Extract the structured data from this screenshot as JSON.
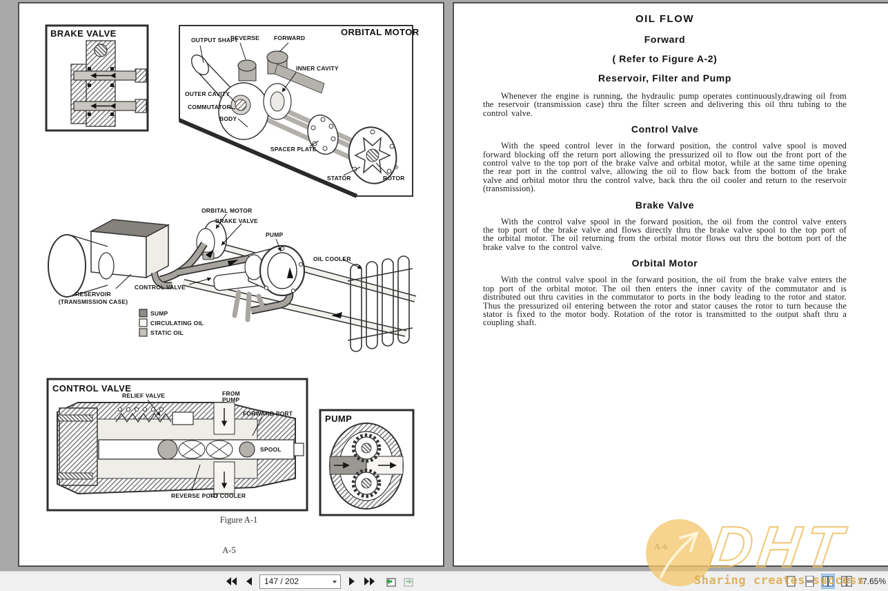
{
  "viewer": {
    "toolbar": {
      "page_input": "147 / 202",
      "zoom_level": "77.65%",
      "view_active_color": "#b9d7f3"
    }
  },
  "left_page": {
    "brake_valve": {
      "title": "BRAKE VALVE"
    },
    "orbital_motor": {
      "title": "ORBITAL MOTOR",
      "labels": {
        "output_shaft": "OUTPUT SHAFT",
        "reverse": "REVERSE",
        "forward": "FORWARD",
        "inner_cavity": "INNER CAVITY",
        "outer_cavity": "OUTER CAVITY",
        "commutator": "COMMUTATOR",
        "body": "BODY",
        "spacer_plate": "SPACER PLATE",
        "stator": "STATOR",
        "rotor": "ROTOR"
      }
    },
    "system": {
      "labels": {
        "orbital_motor": "ORBITAL MOTOR",
        "brake_valve": "BRAKE VALVE",
        "pump": "PUMP",
        "oil_cooler": "OIL COOLER",
        "reservoir_l1": "RESERVOIR",
        "reservoir_l2": "(TRANSMISSION CASE)",
        "control_valve": "CONTROL VALVE"
      },
      "legend": [
        {
          "label": "SUMP",
          "color": "#8f8c87"
        },
        {
          "label": "CIRCULATING OIL",
          "color": "#faf8f4"
        },
        {
          "label": "STATIC OIL",
          "color": "#c6c3be"
        }
      ]
    },
    "control_valve": {
      "title": "CONTROL VALVE",
      "labels": {
        "relief_valve": "RELIEF VALVE",
        "from_l1": "FROM",
        "from_l2": "PUMP",
        "forward_port": "FORWARD PORT",
        "spool": "SPOOL",
        "reverse_port": "REVERSE PORT",
        "to_cooler": "TO COOLER"
      }
    },
    "pump": {
      "title": "PUMP"
    },
    "caption": "Figure A-1",
    "page_number": "A-5"
  },
  "right_page": {
    "headings": {
      "oil_flow": "OIL FLOW",
      "forward": "Forward",
      "refer": "( Refer to Figure A-2)",
      "reservoir": "Reservoir, Filter and Pump",
      "control_valve": "Control Valve",
      "brake_valve": "Brake Valve",
      "orbital_motor": "Orbital Motor"
    },
    "paragraphs": {
      "p1": "Whenever the engine is running, the hydraulic pump operates continuously,drawing oil from the reservoir (transmission case) thru the filter screen and delivering this oil thru tubing to the control valve.",
      "p2": "With the speed control lever in the forward position, the control valve spool is moved forward blocking off the return port allowing the pressurized oil to flow out the front port of the control valve to the top port of the brake valve and orbital motor, while at the same time opening the rear port in the control valve, allowing the oil to flow back from the bottom of the brake valve and orbital motor thru the control valve, back thru the oil cooler and return to the reservoir (transmission).",
      "p3": "With the control valve spool in the forward position, the oil from the control valve enters the top port of the brake valve and flows directly thru the brake valve spool to the top port of the orbital motor. The oil returning from the orbital motor flows out thru the bottom port of the brake valve to the control valve.",
      "p4": "With the control valve spool in the forward position, the oil from the brake valve enters the top port of the orbital motor. The oil then enters the inner cavity of the commutator and is distributed out thru cavities in the commutator to ports in the body leading to the rotor and stator. Thus the pressurized oil entering between the rotor and stator causes the rotor to turn because the stator is fixed to the motor body. Rotation of the rotor is transmitted to the output shaft thru a coupling shaft."
    },
    "page_number": "A-6"
  },
  "watermark": {
    "brand": "DHT",
    "tagline": "Sharing creates success",
    "accent_color": "#ecbd5c"
  }
}
